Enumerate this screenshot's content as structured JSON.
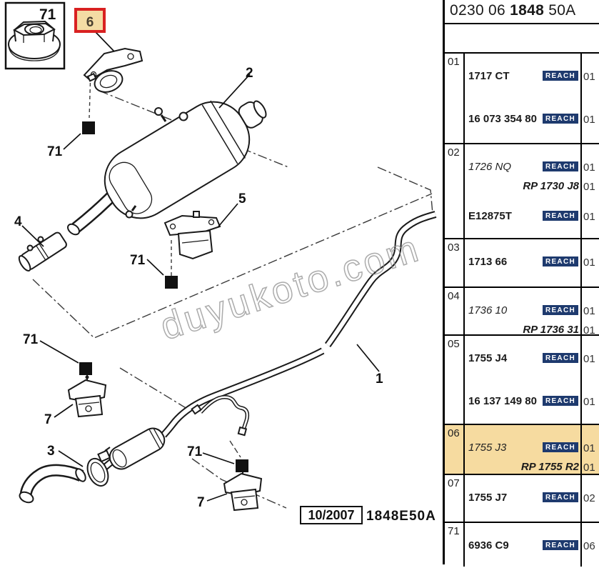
{
  "header": {
    "code_prefix": "0230 06 ",
    "code_bold": "1848",
    "code_suffix": " 50A"
  },
  "badge_label": "REACH",
  "colors": {
    "highlight": "#F6DBA0",
    "reach_bg": "#1E3A6E",
    "reach_text": "#FFFFFF",
    "callout_box_border": "#D92121",
    "callout_box_fill": "#F4DCA4"
  },
  "table": {
    "rows": [
      {
        "index": "01",
        "highlighted": false,
        "lines": [
          {
            "ref": "1717 CT",
            "reach": true,
            "qty": "01"
          },
          {
            "ref": "16 073 354 80",
            "reach": true,
            "qty": "01"
          }
        ]
      },
      {
        "index": "02",
        "highlighted": false,
        "lines": [
          {
            "ref": "1726 NQ",
            "italic": true,
            "reach": true,
            "qty": "01"
          },
          {
            "ref": "RP 1730 J8",
            "rp": true,
            "qty": "01"
          },
          {
            "ref": "E12875T",
            "reach": true,
            "qty": "01"
          }
        ]
      },
      {
        "index": "03",
        "highlighted": false,
        "lines": [
          {
            "ref": "1713 66",
            "reach": true,
            "qty": "01"
          }
        ]
      },
      {
        "index": "04",
        "highlighted": false,
        "lines": [
          {
            "ref": "1736 10",
            "italic": true,
            "reach": true,
            "qty": "01"
          },
          {
            "ref": "RP 1736 31",
            "rp": true,
            "qty": "01"
          }
        ]
      },
      {
        "index": "05",
        "highlighted": false,
        "lines": [
          {
            "ref": "1755 J4",
            "reach": true,
            "qty": "01"
          },
          {
            "ref": "16 137 149 80",
            "reach": true,
            "qty": "01"
          }
        ]
      },
      {
        "index": "06",
        "highlighted": true,
        "lines": [
          {
            "ref": "1755 J3",
            "italic": true,
            "reach": true,
            "qty": "01"
          },
          {
            "ref": "RP 1755 R2",
            "rp": true,
            "qty": "01"
          }
        ]
      },
      {
        "index": "07",
        "highlighted": false,
        "lines": [
          {
            "ref": "1755 J7",
            "reach": true,
            "qty": "02"
          }
        ]
      },
      {
        "index": "71",
        "highlighted": false,
        "lines": [
          {
            "ref": "6936 C9",
            "reach": true,
            "qty": "06"
          }
        ]
      }
    ]
  },
  "diagram": {
    "watermark": "duyukoto.com",
    "stamp_date": "10/2007",
    "stamp_code": "1848E50A",
    "inset_label": "71",
    "callouts": {
      "six": "6",
      "two": "2",
      "five": "5",
      "four": "4",
      "three": "3",
      "one": "1",
      "seven_front": "7",
      "seven_rear": "7",
      "m71_top": "71",
      "m71_mid": "71",
      "m71_front": "71",
      "m71_rear": "71"
    }
  }
}
